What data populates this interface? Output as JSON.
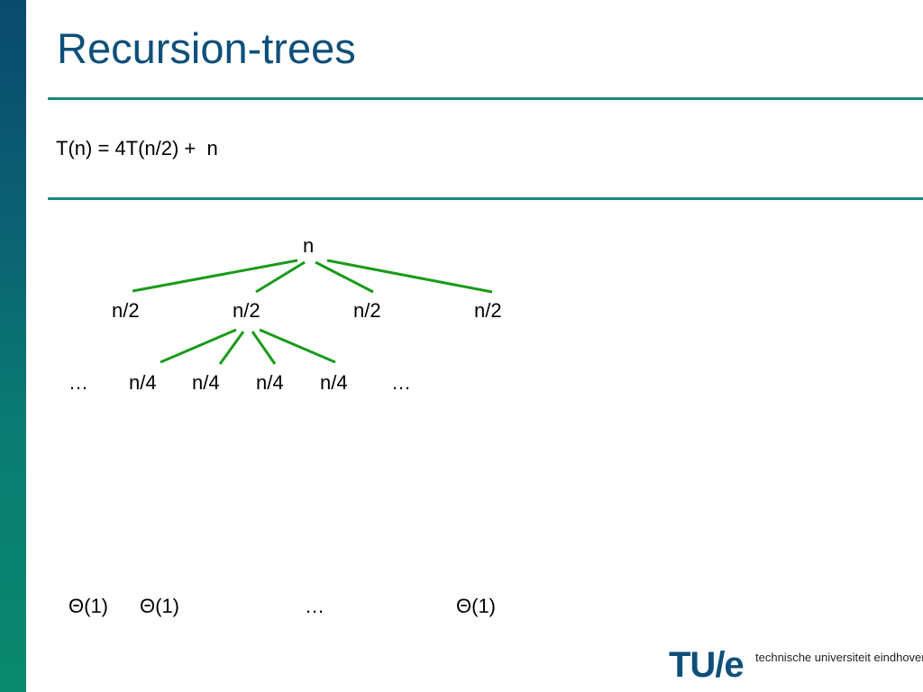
{
  "slide": {
    "title": "Recursion-trees",
    "recurrence": "T(n) = 4T(n/2) +  n"
  },
  "tree": {
    "root": "n",
    "level1": [
      "n/2",
      "n/2",
      "n/2",
      "n/2"
    ],
    "level2": [
      "…",
      "n/4",
      "n/4",
      "n/4",
      "n/4",
      "…"
    ],
    "leaves": [
      "Θ(1)",
      "Θ(1)",
      "…",
      "Θ(1)"
    ]
  },
  "logo": {
    "mark": "TU/e",
    "text": "technische universiteit eindhoven"
  },
  "colors": {
    "title": "#0e4f7a",
    "rule": "#1b8a7a",
    "edge": "#1a9a1a",
    "sidebar": "#0a6a70"
  }
}
